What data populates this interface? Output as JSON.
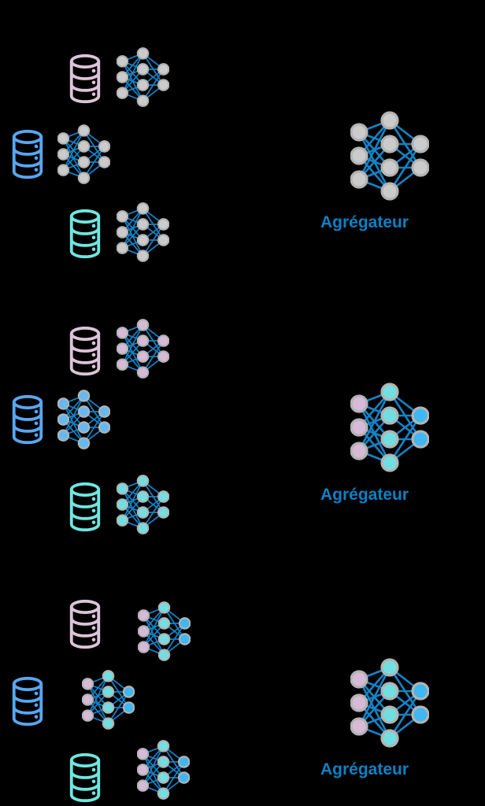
{
  "palette": {
    "background": "#000000",
    "edge_blue": "#1583c5",
    "node_ring_gray": "#b3b3b3",
    "node_gray": "#cbcbcb",
    "node_pink": "#d7b9d8",
    "node_cyan": "#71dfe1",
    "node_blue": "#3eb7f2",
    "node_lblue": "#66b9f0",
    "db_pink": "#dcc4d7",
    "db_blue": "#58a7f2",
    "db_cyan": "#6fe6e0",
    "label_blue": "#0d81c4"
  },
  "sections": [
    {
      "clients": [
        {
          "db": "pink",
          "nn": {
            "left": "gray",
            "mid": "gray",
            "right": "gray"
          }
        },
        {
          "db": "blue",
          "nn": {
            "left": "gray",
            "mid": "gray",
            "right": "gray"
          }
        },
        {
          "db": "cyan",
          "nn": {
            "left": "gray",
            "mid": "gray",
            "right": "gray"
          }
        }
      ],
      "aggregator": {
        "label": "Agrégateur",
        "nn": {
          "left": "gray",
          "mid": "gray",
          "right": "gray"
        }
      }
    },
    {
      "clients": [
        {
          "db": "pink",
          "nn": {
            "left": "pink",
            "mid": "pink",
            "right": "pink"
          }
        },
        {
          "db": "blue",
          "nn": {
            "left": "lblue",
            "mid": "lblue",
            "right": "lblue"
          }
        },
        {
          "db": "cyan",
          "nn": {
            "left": "cyan",
            "mid": "cyan",
            "right": "cyan"
          }
        }
      ],
      "aggregator": {
        "label": "Agrégateur",
        "nn": {
          "left": "pink",
          "mid": "cyan",
          "right": "blue"
        }
      }
    },
    {
      "clients": [
        {
          "db": "pink",
          "nn": {
            "left": "pink",
            "mid": "cyan",
            "right": "blue"
          }
        },
        {
          "db": "blue",
          "nn": {
            "left": "pink",
            "mid": "cyan",
            "right": "blue"
          }
        },
        {
          "db": "cyan",
          "nn": {
            "left": "pink",
            "mid": "cyan",
            "right": "blue"
          }
        }
      ],
      "aggregator": {
        "label": "Agrégateur",
        "nn": {
          "left": "pink",
          "mid": "cyan",
          "right": "blue"
        }
      }
    }
  ]
}
